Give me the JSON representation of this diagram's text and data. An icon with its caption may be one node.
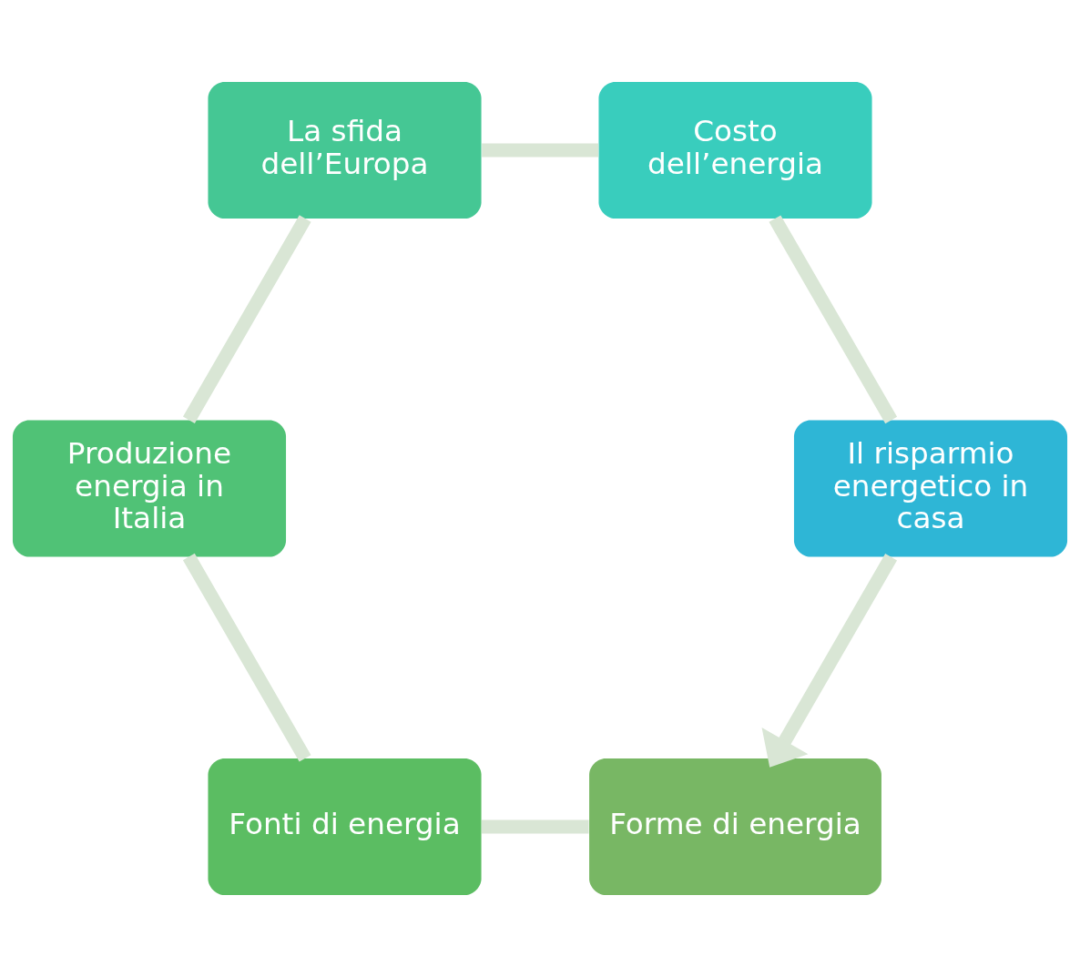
{
  "diagram": {
    "nodes": [
      {
        "text": [
          "Forme di energia"
        ]
      },
      {
        "text": [
          "Fonti di energia"
        ]
      },
      {
        "text": [
          "Produzione energia in Italia"
        ]
      },
      {
        "text": [
          "La sfida dell’Europa"
        ]
      },
      {
        "text": [
          "Costo dell’energia"
        ]
      },
      {
        "text": [
          "Il risparmio energetico in casa"
        ]
      }
    ],
    "edges": [
      {
        "from": 0,
        "to": 1,
        "arrow": "none",
        "color": "#d9e6d5"
      },
      {
        "from": 1,
        "to": 2,
        "arrow": "none",
        "color": "#d9e6d5"
      },
      {
        "from": 2,
        "to": 3,
        "arrow": "none",
        "color": "#d9e6d5"
      },
      {
        "from": 3,
        "to": 4,
        "arrow": "none",
        "color": "#d9e6d5"
      },
      {
        "from": 4,
        "to": 5,
        "arrow": "none",
        "color": "#d9e6d5"
      },
      {
        "from": 5,
        "to": 0,
        "arrow": "to",
        "color": "#d9e6d5"
      }
    ]
  }
}
